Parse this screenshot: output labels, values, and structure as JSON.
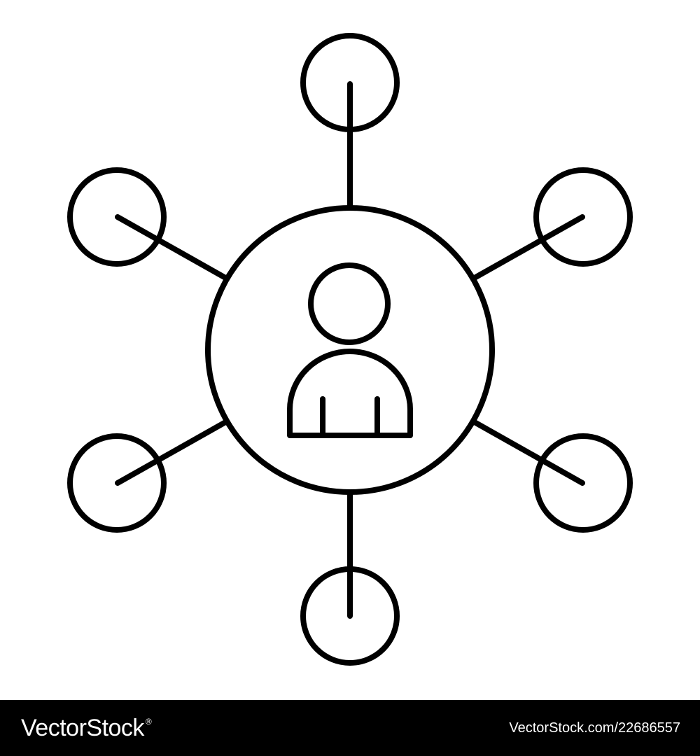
{
  "footer": {
    "brand": "VectorStock",
    "registered_mark": "®",
    "image_id": "VectorStock.com/22686557",
    "background": "#000000",
    "text_color": "#ffffff"
  },
  "icon": {
    "stroke_color": "#000000",
    "background": "#ffffff",
    "outer_nodes": 6
  }
}
